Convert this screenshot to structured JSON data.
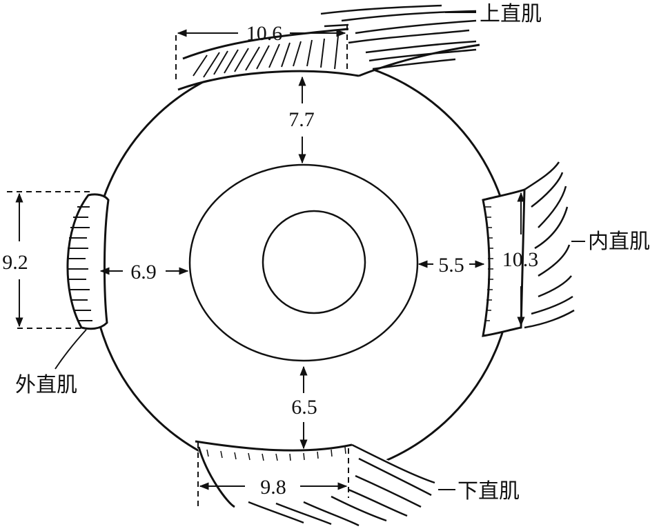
{
  "diagram": {
    "muscles": {
      "superior": {
        "name": "上直肌",
        "width": "10.6",
        "distance": "7.7"
      },
      "medial": {
        "name": "内直肌",
        "width": "10.3",
        "distance": "5.5"
      },
      "inferior": {
        "name": "下直肌",
        "width": "9.8",
        "distance": "6.5"
      },
      "lateral": {
        "name": "外直肌",
        "width": "9.2",
        "distance": "6.9"
      }
    }
  },
  "colors": {
    "ink": "#111111",
    "paper": "#ffffff"
  }
}
